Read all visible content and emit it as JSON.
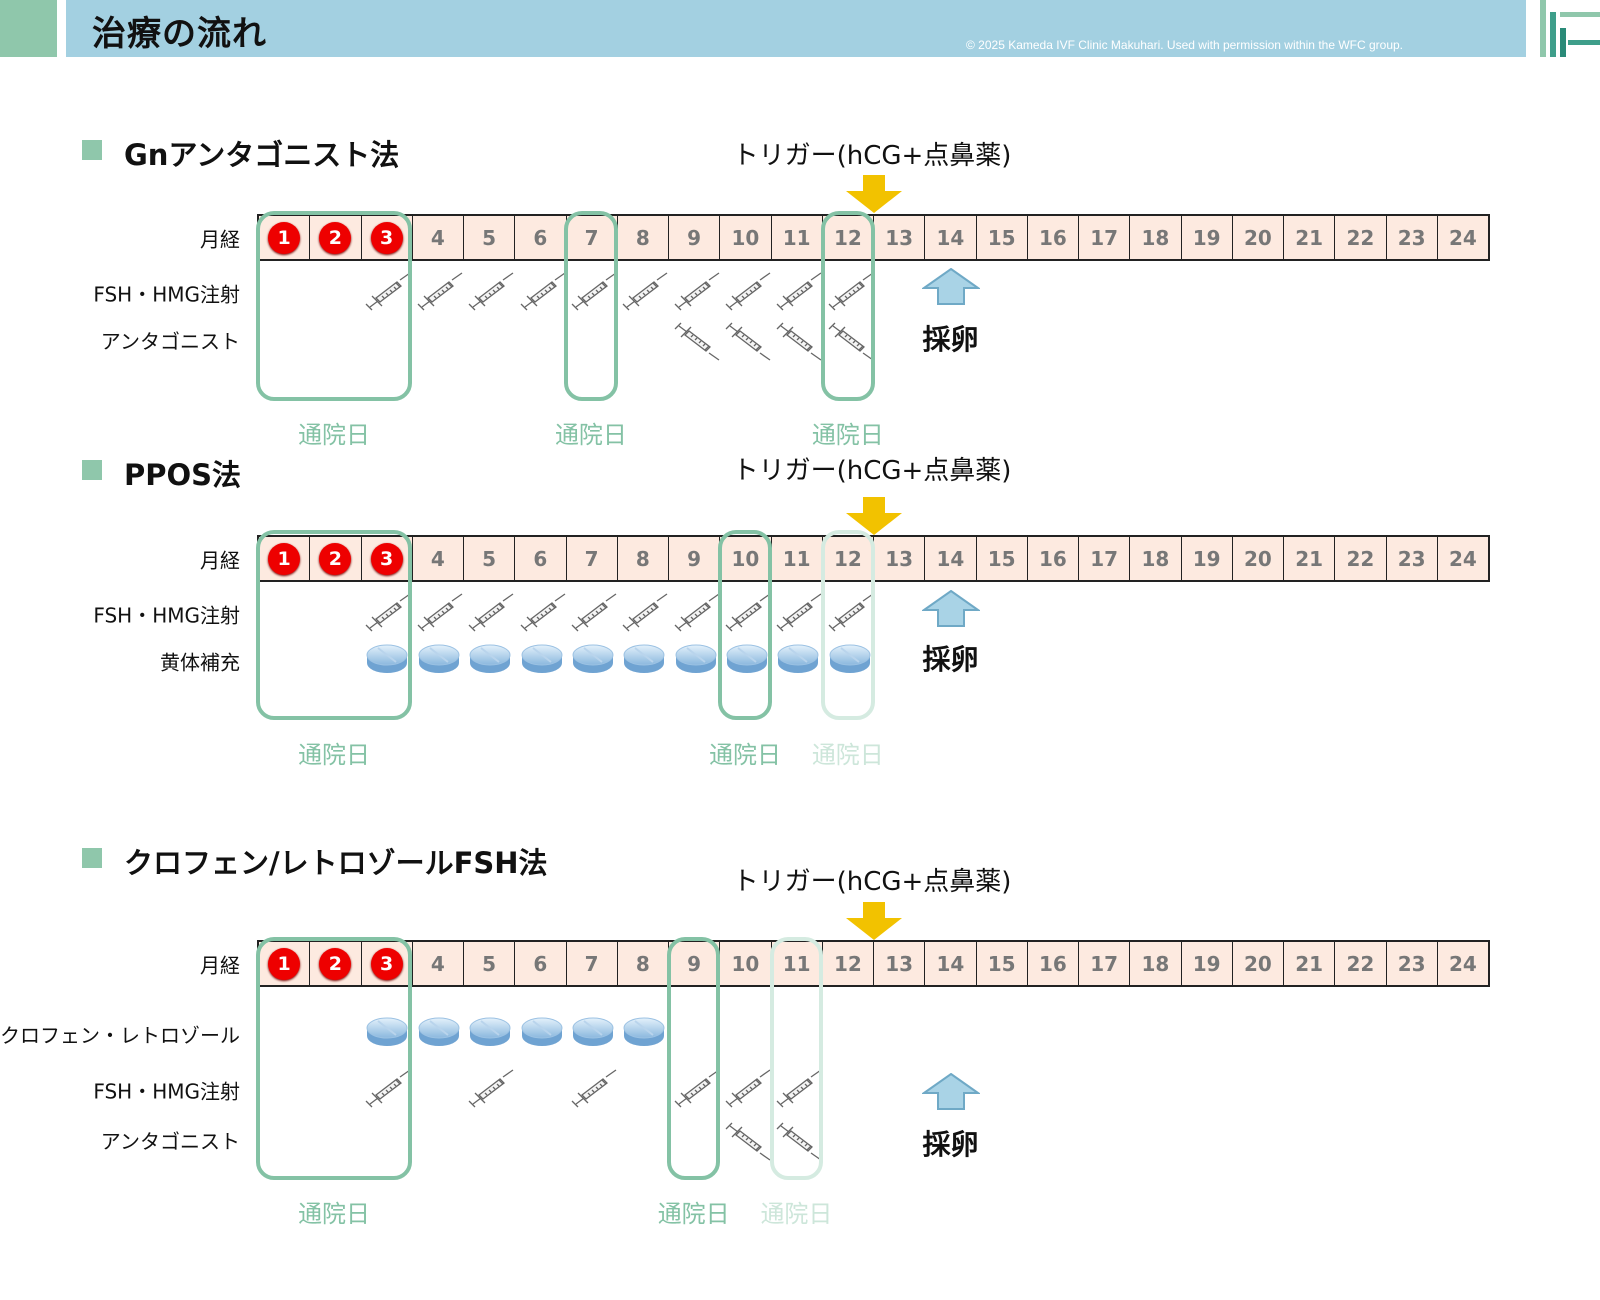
{
  "header": {
    "title": "治療の流れ",
    "copyright": "© 2025 Kameda IVF Clinic Makuhari. Used with permission within the WFC group."
  },
  "colors": {
    "header_bg": "#a3d0e1",
    "accent_green": "#84c2a5",
    "menses_red": "#e00000",
    "cell_bg": "#fdeae0",
    "trigger_arrow": "#f2c200",
    "retrieval_arrow": "#8ec3db"
  },
  "days": [
    "1",
    "2",
    "3",
    "4",
    "5",
    "6",
    "7",
    "8",
    "9",
    "10",
    "11",
    "12",
    "13",
    "14",
    "15",
    "16",
    "17",
    "18",
    "19",
    "20",
    "21",
    "22",
    "23",
    "24"
  ],
  "sections": [
    {
      "title": "Gnアンタゴニスト法",
      "trigger": "トリガー(hCG+点鼻薬)",
      "trigger_after_day": 12,
      "retrieval_label": "採卵",
      "retrieval_day": 14,
      "grid_label": "月経",
      "circled_days": [
        1,
        2,
        3
      ],
      "rows": [
        {
          "label": "FSH・HMG注射",
          "icon": "syringe",
          "days": [
            3,
            4,
            5,
            6,
            7,
            8,
            9,
            10,
            11,
            12
          ]
        },
        {
          "label": "アンタゴニスト",
          "icon": "syringe-reversed",
          "days": [
            9,
            10,
            11,
            12
          ]
        }
      ],
      "visits": [
        {
          "label": "通院日",
          "from": 1,
          "to": 3,
          "faded": false
        },
        {
          "label": "通院日",
          "from": 7,
          "to": 7,
          "faded": false
        },
        {
          "label": "通院日",
          "from": 12,
          "to": 12,
          "faded": false
        }
      ]
    },
    {
      "title": "PPOS法",
      "trigger": "トリガー(hCG+点鼻薬)",
      "trigger_after_day": 12,
      "retrieval_label": "採卵",
      "retrieval_day": 14,
      "grid_label": "月経",
      "circled_days": [
        1,
        2,
        3
      ],
      "rows": [
        {
          "label": "FSH・HMG注射",
          "icon": "syringe",
          "days": [
            3,
            4,
            5,
            6,
            7,
            8,
            9,
            10,
            11,
            12
          ]
        },
        {
          "label": "黄体補充",
          "icon": "pill",
          "days": [
            3,
            4,
            5,
            6,
            7,
            8,
            9,
            10,
            11,
            12
          ]
        }
      ],
      "visits": [
        {
          "label": "通院日",
          "from": 1,
          "to": 3,
          "faded": false
        },
        {
          "label": "通院日",
          "from": 10,
          "to": 10,
          "faded": false
        },
        {
          "label": "通院日",
          "from": 12,
          "to": 12,
          "faded": true
        }
      ]
    },
    {
      "title": "クロフェン/レトロゾールFSH法",
      "trigger": "トリガー(hCG+点鼻薬)",
      "trigger_after_day": 12,
      "retrieval_label": "採卵",
      "retrieval_day": 14,
      "grid_label": "月経",
      "circled_days": [
        1,
        2,
        3
      ],
      "rows": [
        {
          "label": "クロフェン・レトロゾール",
          "icon": "pill",
          "days": [
            3,
            4,
            5,
            6,
            7,
            8
          ]
        },
        {
          "label": "FSH・HMG注射",
          "icon": "syringe",
          "days": [
            3,
            5,
            7,
            9,
            10,
            11
          ]
        },
        {
          "label": "アンタゴニスト",
          "icon": "syringe-reversed",
          "days": [
            10,
            11
          ]
        }
      ],
      "visits": [
        {
          "label": "通院日",
          "from": 1,
          "to": 3,
          "faded": false
        },
        {
          "label": "通院日",
          "from": 9,
          "to": 9,
          "faded": false
        },
        {
          "label": "通院日",
          "from": 11,
          "to": 11,
          "faded": true
        }
      ]
    }
  ]
}
